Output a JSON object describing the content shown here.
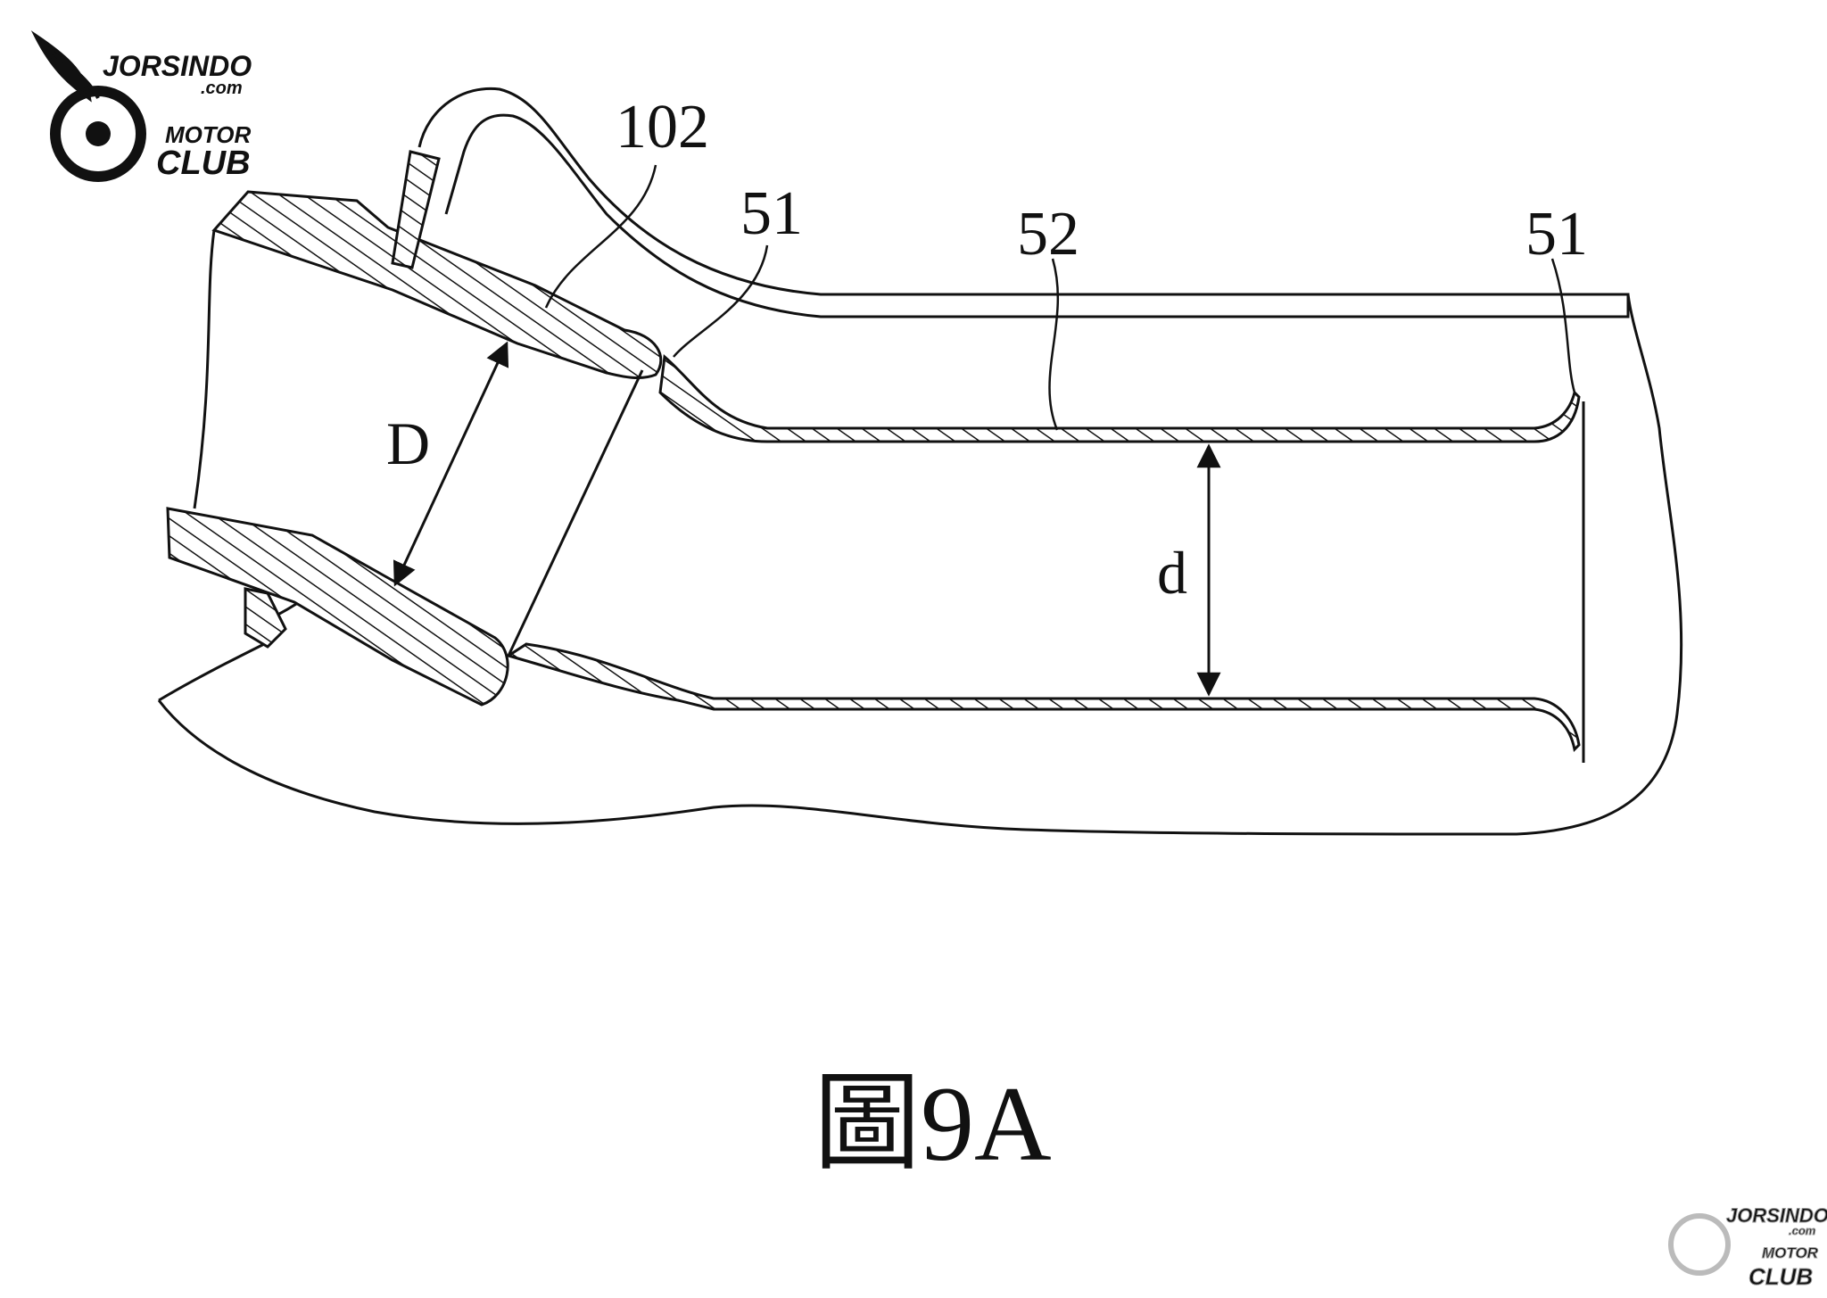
{
  "figure": {
    "caption": "圖9A",
    "reference_labels": {
      "part_102": "102",
      "part_51_left": "51",
      "part_52": "52",
      "part_51_right": "51"
    },
    "dimension_labels": {
      "large_diameter": "D",
      "small_diameter": "d"
    }
  },
  "watermark": {
    "brand": "JORSINDO",
    "domain": ".com",
    "line1": "MOTOR",
    "line2": "CLUB"
  },
  "colors": {
    "ink": "#111111",
    "background": "#ffffff"
  }
}
